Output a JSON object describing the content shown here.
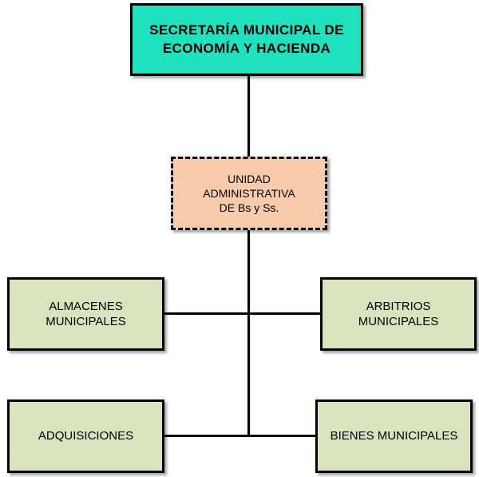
{
  "org_chart": {
    "top": {
      "label": "SECRETARÍA MUNICIPAL DE\nECONOMÍA Y HACIENDA",
      "color": "#1de2bd"
    },
    "unit": {
      "label": "UNIDAD\nADMINISTRATIVA\nDE Bs y Ss.",
      "color": "#f8cbad",
      "border_style": "dashed"
    },
    "departments": [
      {
        "label": "ALMACENES\nMUNICIPALES",
        "color": "#d7e4bd"
      },
      {
        "label": "ARBITRIOS\nMUNICIPALES",
        "color": "#d7e4bd"
      },
      {
        "label": "ADQUISICIONES",
        "color": "#d7e4bd"
      },
      {
        "label": "BIENES MUNICIPALES",
        "color": "#d7e4bd"
      }
    ]
  }
}
